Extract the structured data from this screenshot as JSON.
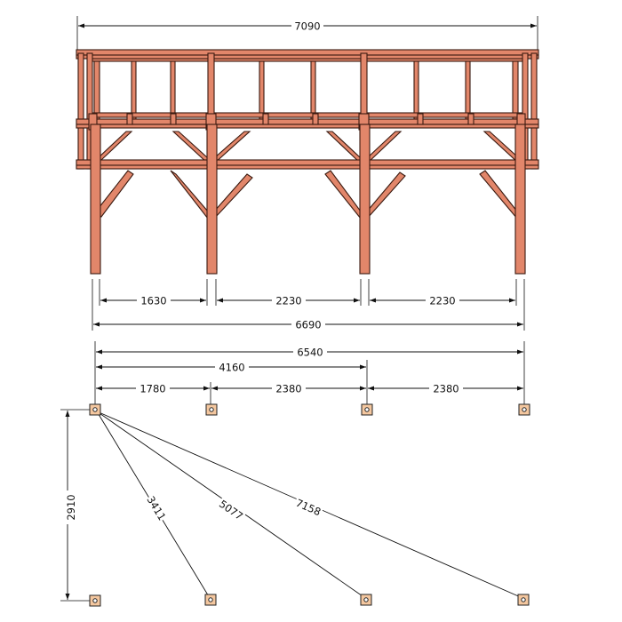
{
  "elevation": {
    "overall_width": "7090",
    "post_spacings": [
      "1630",
      "2230",
      "2230"
    ],
    "post_span_total": "6690"
  },
  "plan": {
    "total_width": "6540",
    "partial_width": "4160",
    "post_spacings": [
      "1780",
      "2380",
      "2380"
    ],
    "depth": "2910",
    "diagonals": [
      "3411",
      "5077",
      "7158"
    ]
  },
  "colors": {
    "wood": "#e2866a",
    "wood_outline": "#3a1a10",
    "footing": "#f4c79f",
    "dimension_line": "#111111"
  }
}
